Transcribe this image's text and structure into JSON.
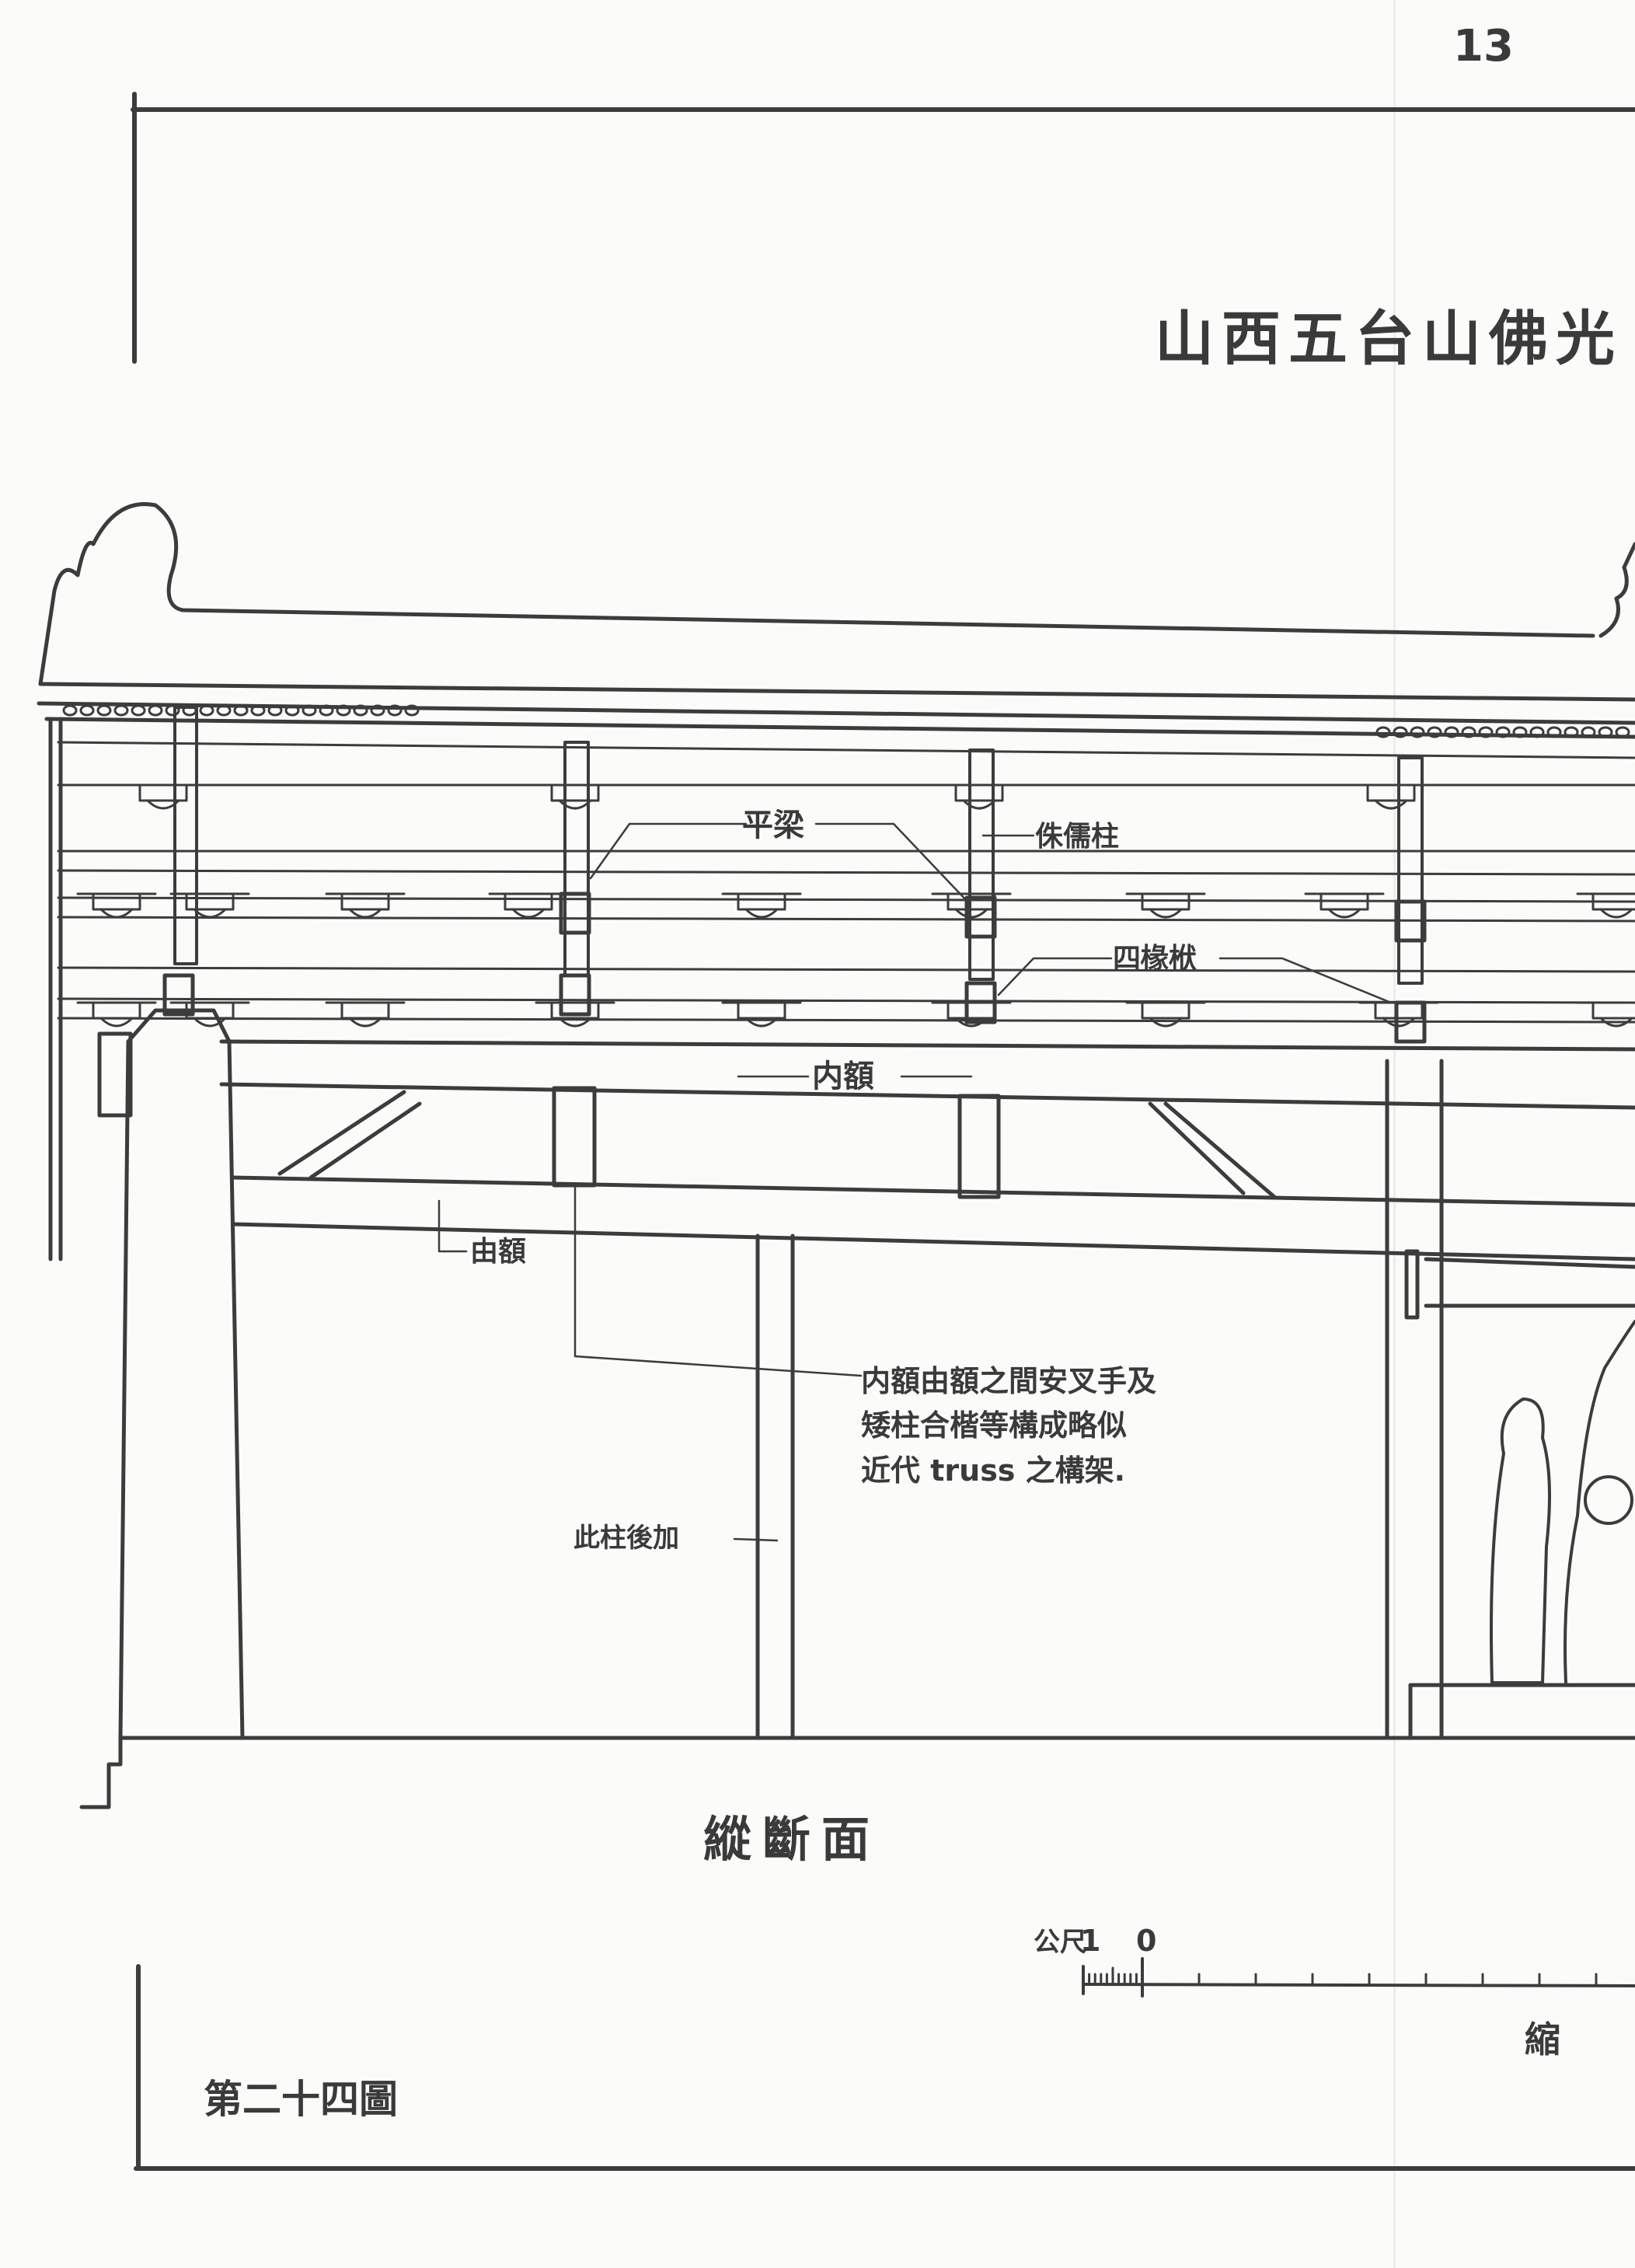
{
  "page_number": "13",
  "title": "山西五台山佛光",
  "section_title": "縱斷面",
  "figure_label": "第二十四圖",
  "labels": {
    "ping_liang": "平梁",
    "zhuru_zhu": "侏儒柱",
    "si_chuan_fu": "四椽栿",
    "nei_e": "内額",
    "you_e": "由額",
    "later_column": "此柱後加"
  },
  "note": {
    "line1": "内額由額之間安叉手及",
    "line2": "矮柱合楷等構成略似",
    "line3": "近代 truss 之構架."
  },
  "scale": {
    "unit": "公尺",
    "left_tick": "1",
    "zero": "0",
    "caption_fragment": "縮"
  },
  "colors": {
    "ink": "#3c3c3c",
    "paper": "#fbfbfa"
  }
}
